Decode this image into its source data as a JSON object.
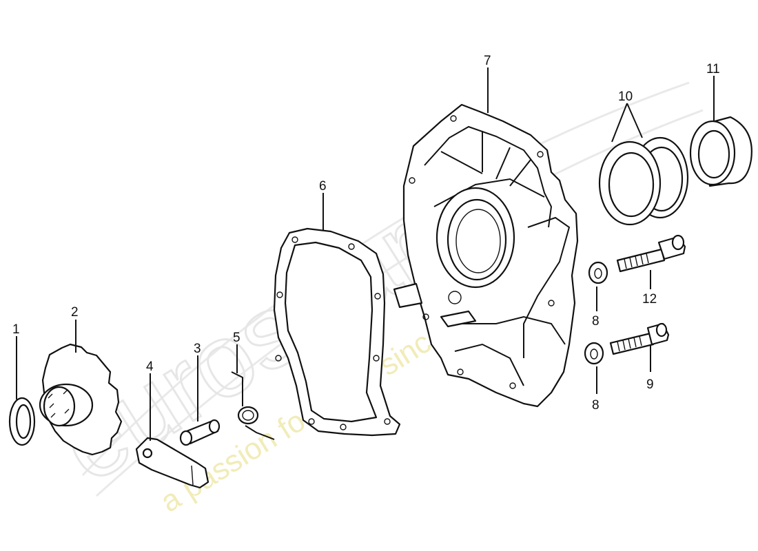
{
  "watermark": {
    "brand": "eurospares",
    "tagline": "a passion for parts since 1985"
  },
  "labels": {
    "p1": "1",
    "p2": "2",
    "p3": "3",
    "p4": "4",
    "p5": "5",
    "p6": "6",
    "p7": "7",
    "p8a": "8",
    "p8b": "8",
    "p9": "9",
    "p10": "10",
    "p11": "11",
    "p12": "12"
  }
}
